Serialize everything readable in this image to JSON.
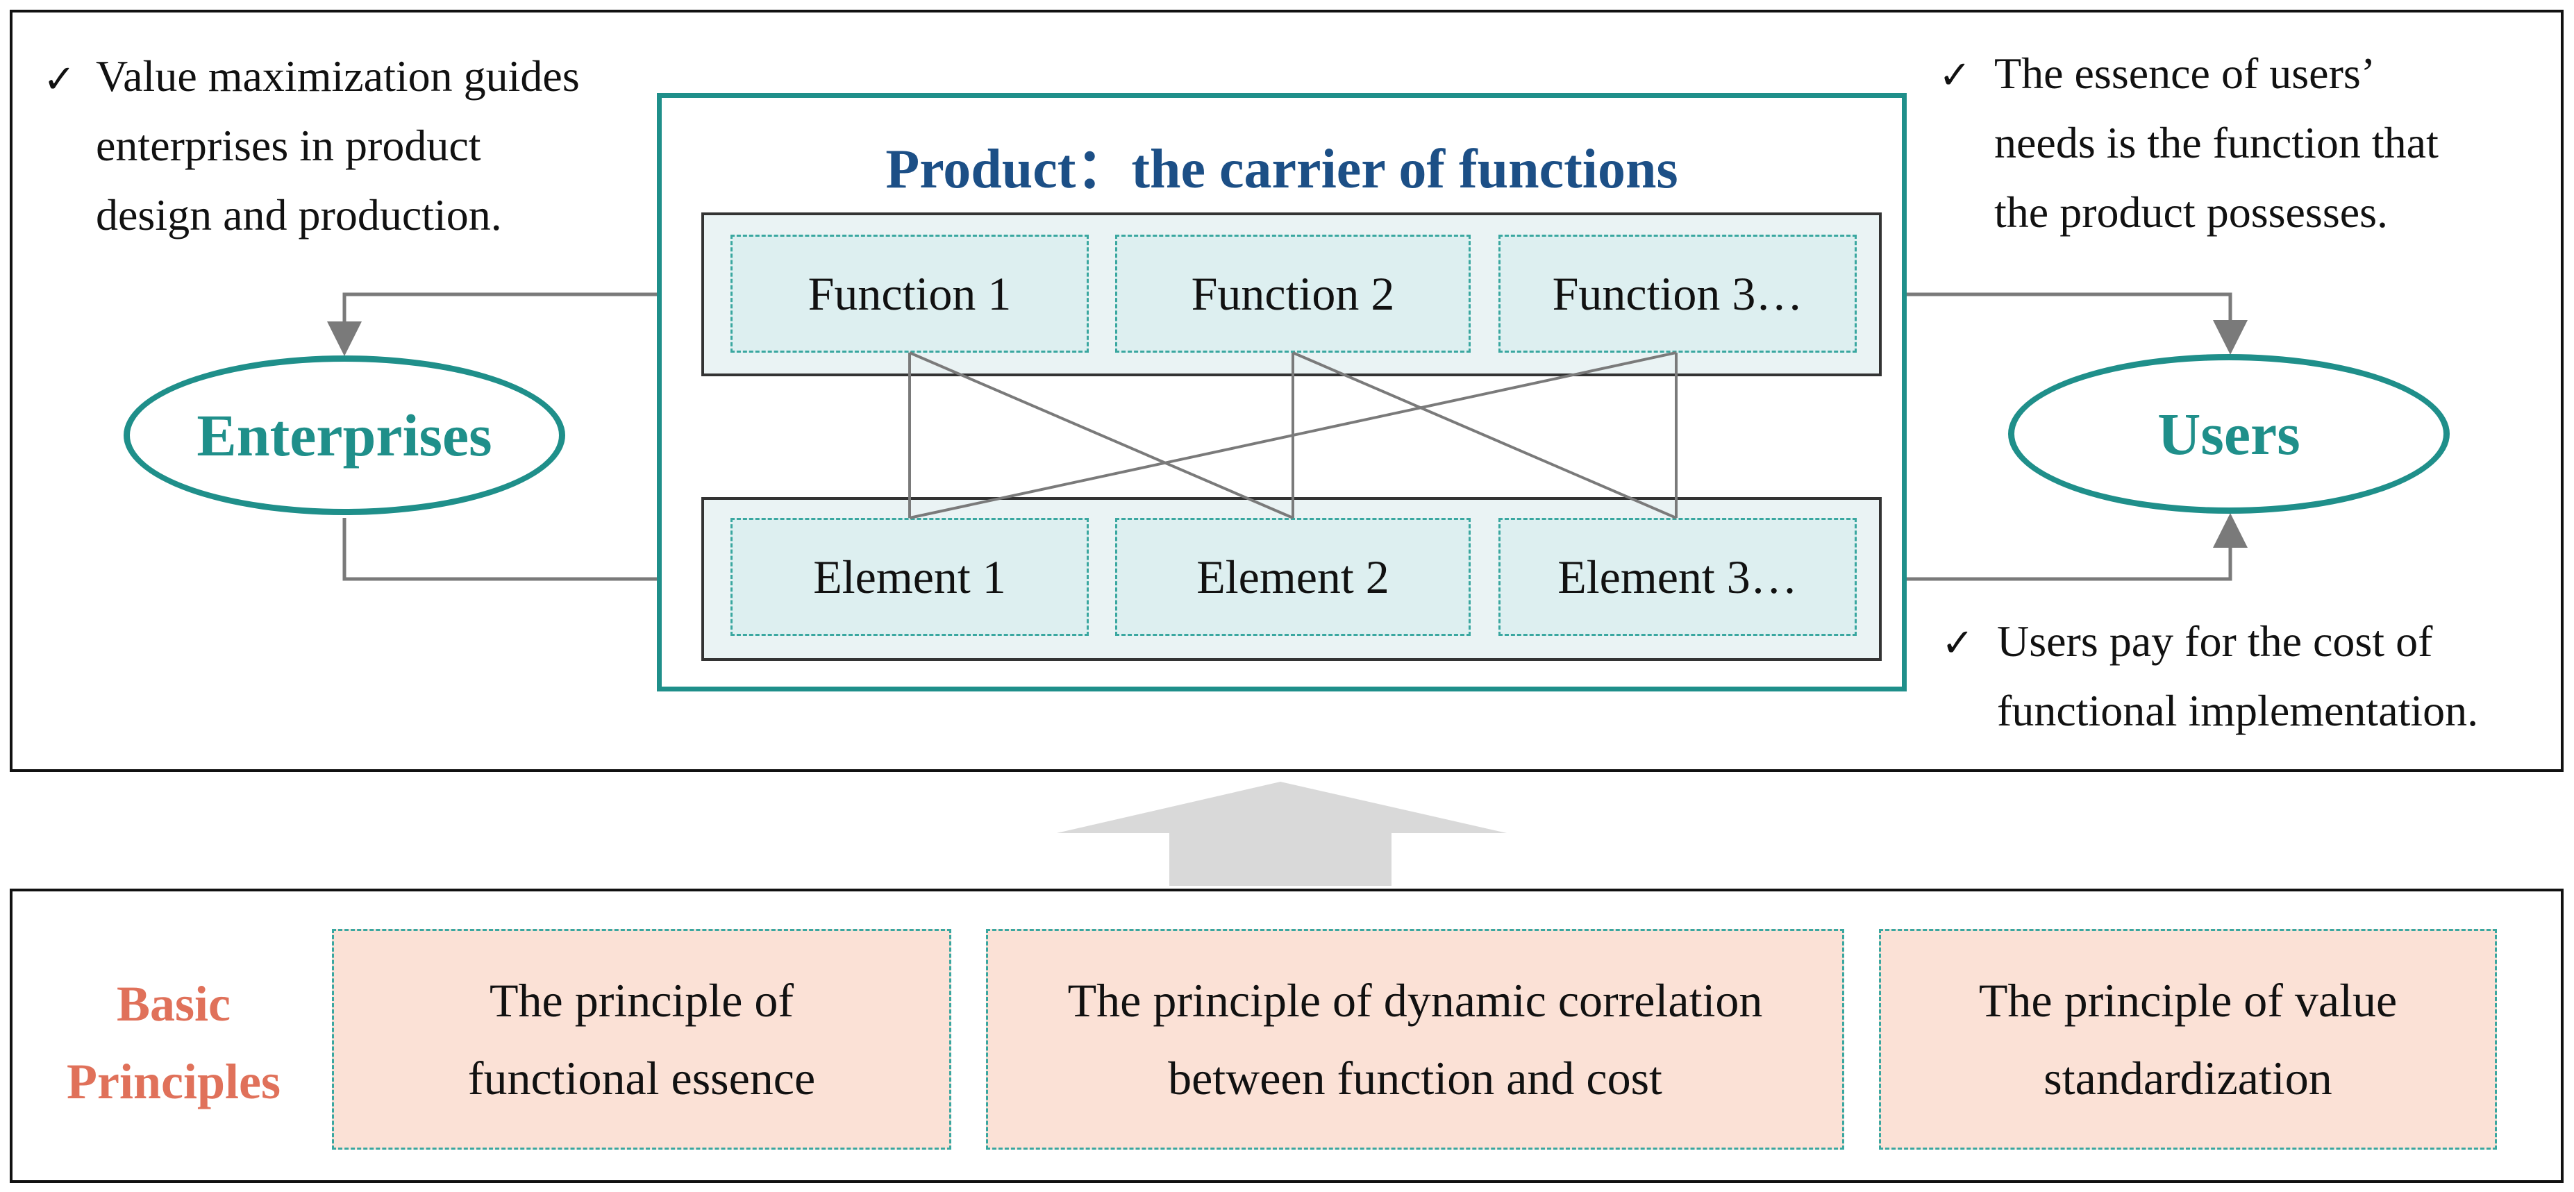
{
  "product": {
    "title": "Product：the carrier of functions",
    "functions": [
      "Function 1",
      "Function 2",
      "Function 3…"
    ],
    "elements": [
      "Element 1",
      "Element 2",
      "Element 3…"
    ]
  },
  "actors": {
    "enterprises": "Enterprises",
    "users": "Users"
  },
  "notes": {
    "check_mark": "✓",
    "enterprises_note": [
      "Value maximization guides",
      "enterprises in product",
      "design and production."
    ],
    "users_needs_note": [
      "The essence of users’",
      "needs is the function that",
      "the product possesses."
    ],
    "users_cost_note": [
      "Users pay for the cost of",
      "functional implementation."
    ]
  },
  "principles": {
    "label": [
      "Basic",
      "Principles"
    ],
    "items": [
      [
        "The principle of",
        "functional essence"
      ],
      [
        "The principle of dynamic correlation",
        "between function and cost"
      ],
      [
        "The principle of value",
        "standardization"
      ]
    ]
  },
  "colors": {
    "teal": "#1f8f8a",
    "title_blue": "#1c4f86",
    "principle_label": "#e0715a",
    "principle_fill": "#fbe1d6",
    "cell_fill": "#ddeff0",
    "connector": "#7a7a7a",
    "big_arrow": "#d9d9d9"
  }
}
